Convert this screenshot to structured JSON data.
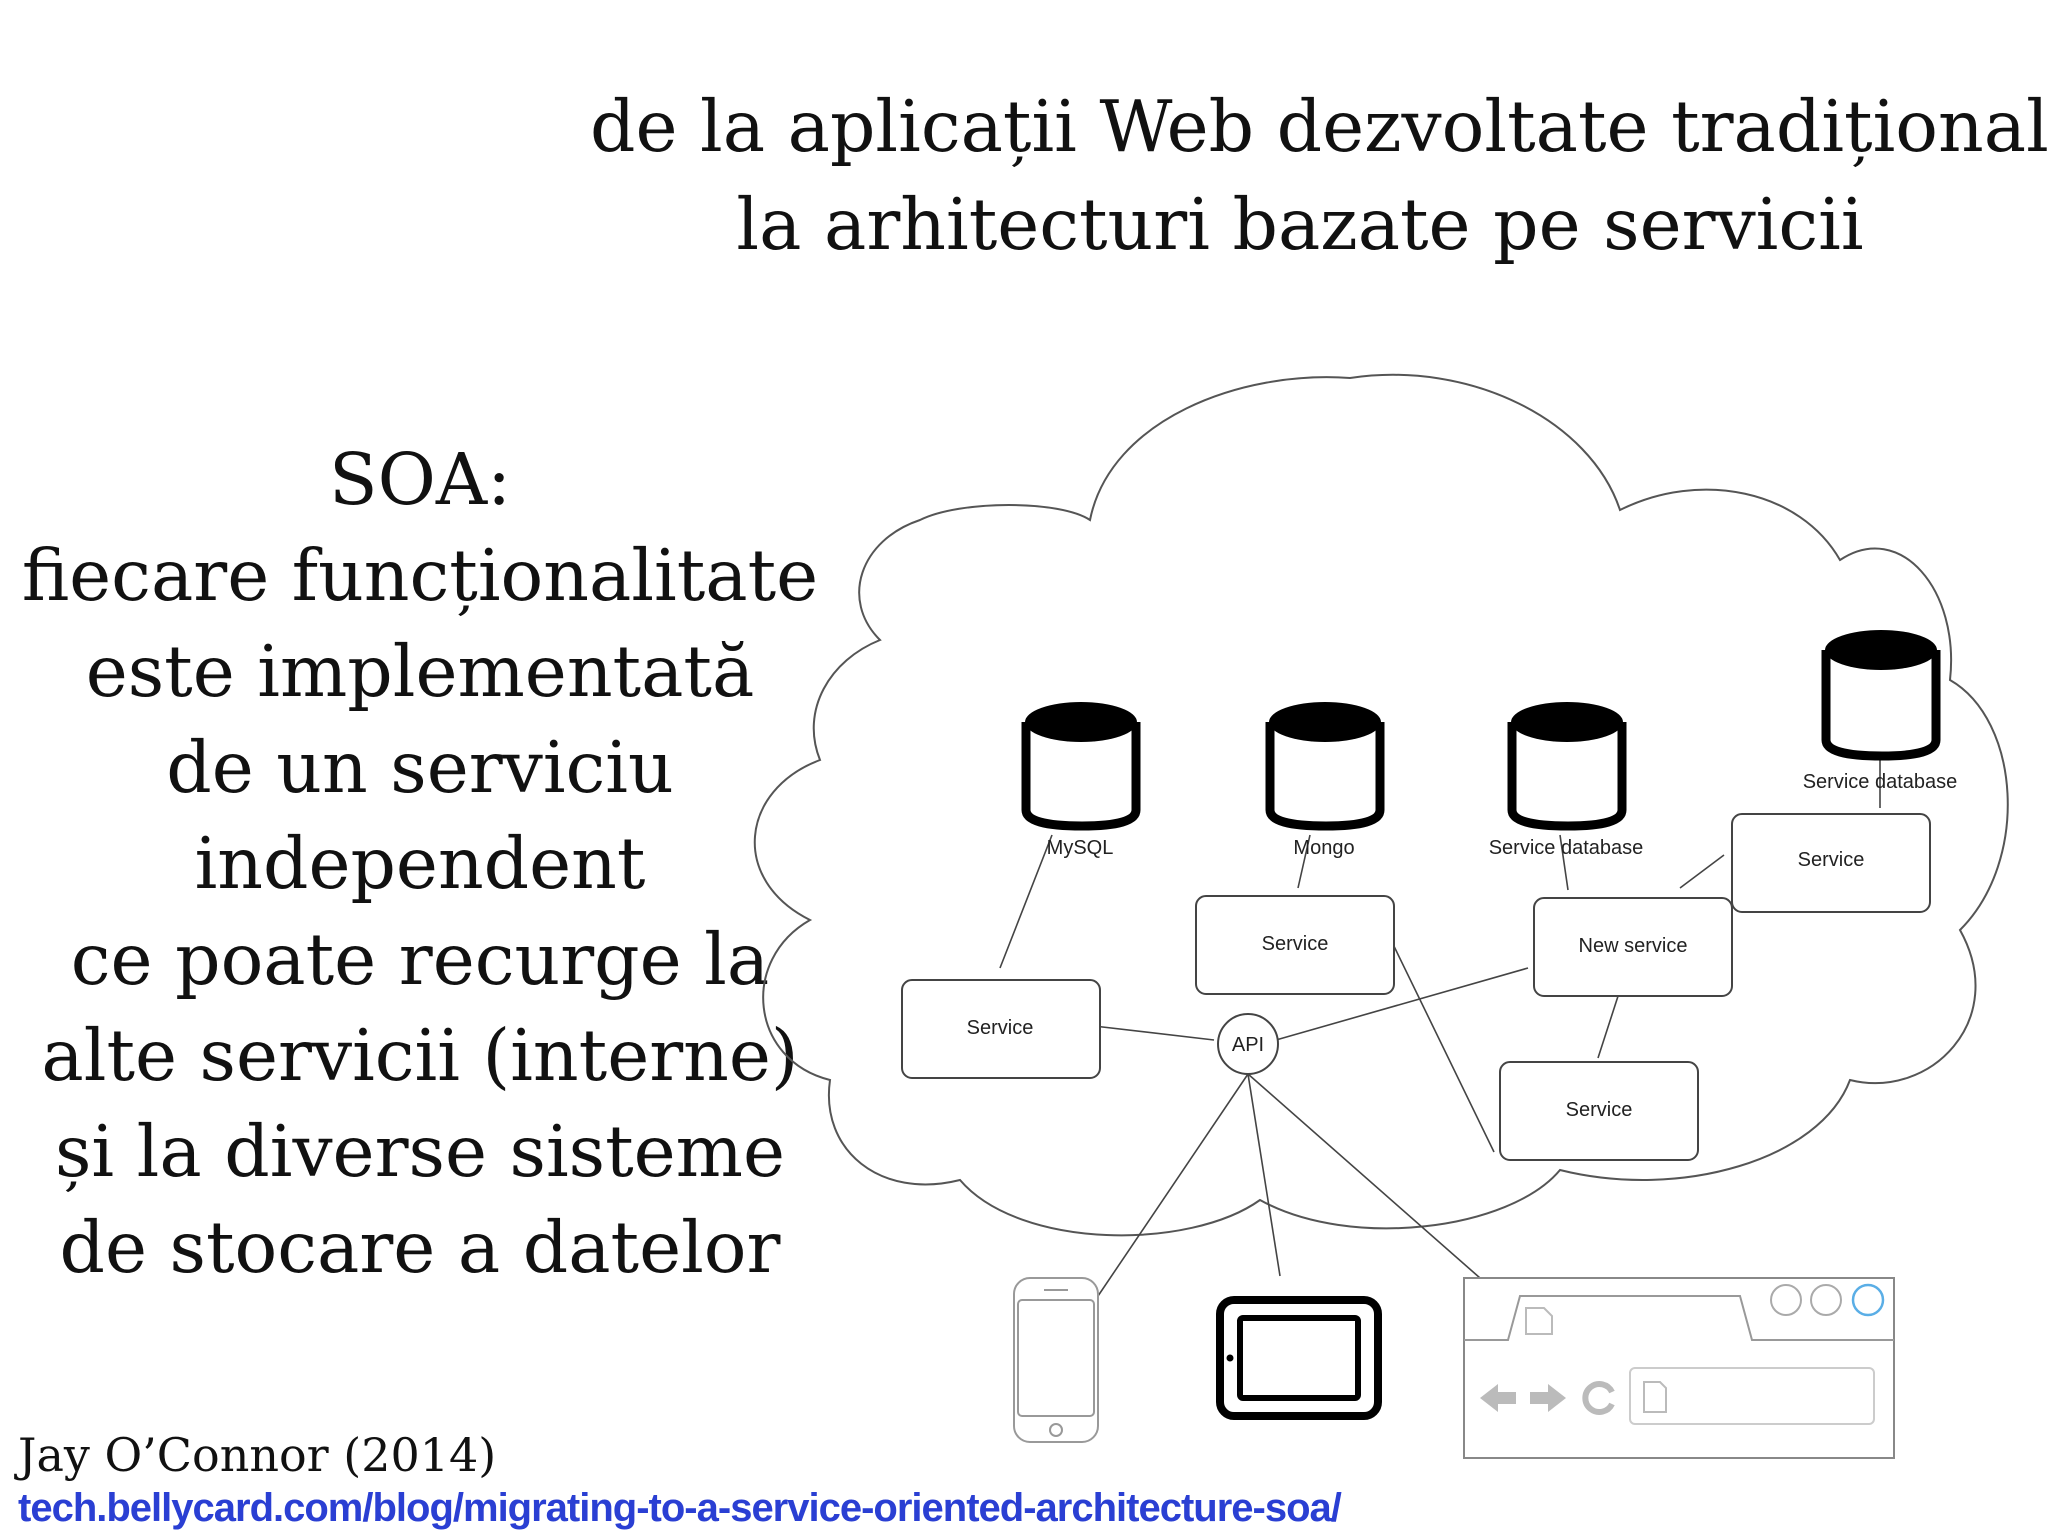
{
  "title": {
    "line1": "de la aplicații Web dezvoltate tradițional",
    "line2": "la arhitecturi bazate pe servicii"
  },
  "left_text": {
    "lines": [
      "SOA:",
      "fiecare funcționalitate",
      "este implementată",
      "de un serviciu",
      "independent",
      "ce poate recurge la",
      "alte servicii (interne)",
      "și la diverse sisteme",
      "de stocare a datelor"
    ]
  },
  "diagram": {
    "databases": {
      "mysql": "MySQL",
      "mongo": "Mongo",
      "db3": "Service database",
      "db4": "Service database"
    },
    "services": {
      "left": "Service",
      "center": "Service",
      "new": "New service",
      "bottom": "Service",
      "right": "Service"
    },
    "api_label": "API",
    "clients": [
      "phone",
      "tablet",
      "browser"
    ]
  },
  "citation": {
    "author": "Jay O’Connor (2014)",
    "url": "tech.bellycard.com/blog/migrating-to-a-service-oriented-architecture-soa/"
  },
  "colors": {
    "link": "#2a3fd3",
    "browser_dot_active": "#5aaee6"
  }
}
